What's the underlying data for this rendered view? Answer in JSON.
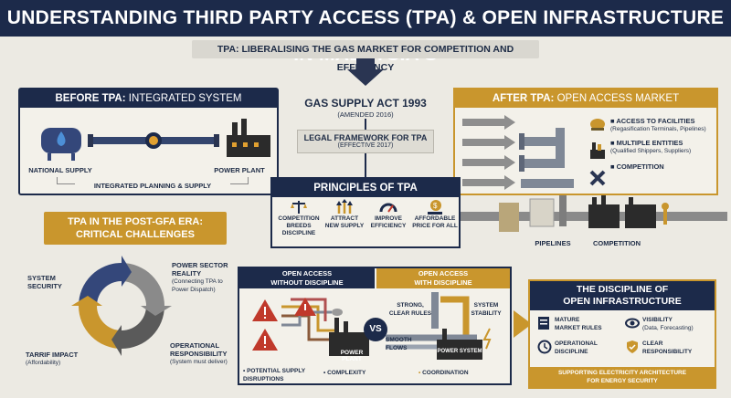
{
  "title": "UNDERSTANDING THIRD PARTY ACCESS (TPA) & OPEN INFRASTRUCTURE IN MALAYSIA'S",
  "subtitle": "TPA: LIBERALISING THE GAS MARKET FOR COMPETITION AND EFFICIENCY",
  "before": {
    "head_prefix": "BEFORE TPA:",
    "head_suffix": " INTEGRATED SYSTEM",
    "national_supply": "NATIONAL SUPPLY",
    "power_plant": "POWER PLANT",
    "integrated": "INTEGRATED PLANNING & SUPPLY"
  },
  "center": {
    "act": "GAS SUPPLY ACT 1993",
    "act_note": "(AMENDED 2016)",
    "framework": "LEGAL FRAMEWORK FOR TPA",
    "framework_note": "(EFFECTIVE 2017)"
  },
  "after": {
    "head_prefix": "AFTER TPA:",
    "head_suffix": " OPEN ACCESS MARKET",
    "items": [
      {
        "label": "ACCESS TO FACILITIES",
        "note": "(Regasification Terminals, Pipelines)"
      },
      {
        "label": "MULTIPLE ENTITIES",
        "note": "(Qualified Shippers, Suppliers)"
      },
      {
        "label": "COMPETITION",
        "note": ""
      }
    ],
    "pipelines": "PIPELINES",
    "competition": "COMPETITION"
  },
  "principles": {
    "head": "PRINCIPLES OF TPA",
    "items": [
      {
        "l1": "COMPETITION",
        "l2": "BREEDS",
        "l3": "DISCIPLINE"
      },
      {
        "l1": "ATTRACT",
        "l2": "NEW SUPPLY",
        "l3": ""
      },
      {
        "l1": "IMPROVE",
        "l2": "EFFICIENCY",
        "l3": ""
      },
      {
        "l1": "AFFORDABLE",
        "l2": "PRICE FOR ALL",
        "l3": ""
      }
    ]
  },
  "challenges": {
    "head_l1": "TPA IN THE POST-GFA ERA:",
    "head_l2": "CRITICAL CHALLENGES",
    "system_security": "SYSTEM\nSECURITY",
    "power_reality": "POWER SECTOR\nREALITY",
    "power_reality_note": "(Connecting TPA to\nPower Dispatch)",
    "tariff": "TARRIF IMPACT",
    "tariff_note": "(Affordability)",
    "operational": "OPERATIONAL\nRESPONSIBILITY",
    "operational_note": "(System must deliver)"
  },
  "compare": {
    "left_head_l1": "OPEN ACCESS",
    "left_head_l2": "WITHOUT DISCIPLINE",
    "right_head_l1": "OPEN ACCESS",
    "right_head_l2": "WITH DISCIPLINE",
    "power_plant": "POWER PLANT",
    "power_system": "POWER SYSTEM",
    "vs": "VS",
    "strong_rules": "STRONG,\nCLEAR RULES",
    "stability": "SYSTEM\nSTABILITY",
    "smooth": "SMOOTH\nFLOWS",
    "disruptions": "POTENTIAL SUPPLY\nDISRUPTIONS",
    "complexity": "COMPLEXITY",
    "coordination": "COORDINATION"
  },
  "discipline": {
    "head_l1": "THE DISCIPLINE OF",
    "head_l2": "OPEN INFRASTRUCTURE",
    "items": [
      {
        "label": "MATURE\nMARKET RULES",
        "note": ""
      },
      {
        "label": "VISIBILITY",
        "note": "(Data, Forecasting)"
      },
      {
        "label": "OPERATIONAL\nDISCIPLINE",
        "note": ""
      },
      {
        "label": "CLEAR\nRESPONSIBILITY",
        "note": ""
      }
    ],
    "footer": "SUPPORTING ELECTRICITY ARCHITECTURE\nFOR ENERGY SECURITY"
  },
  "colors": {
    "navy": "#1c2a4a",
    "gold": "#c9962d",
    "red": "#c0392b"
  }
}
